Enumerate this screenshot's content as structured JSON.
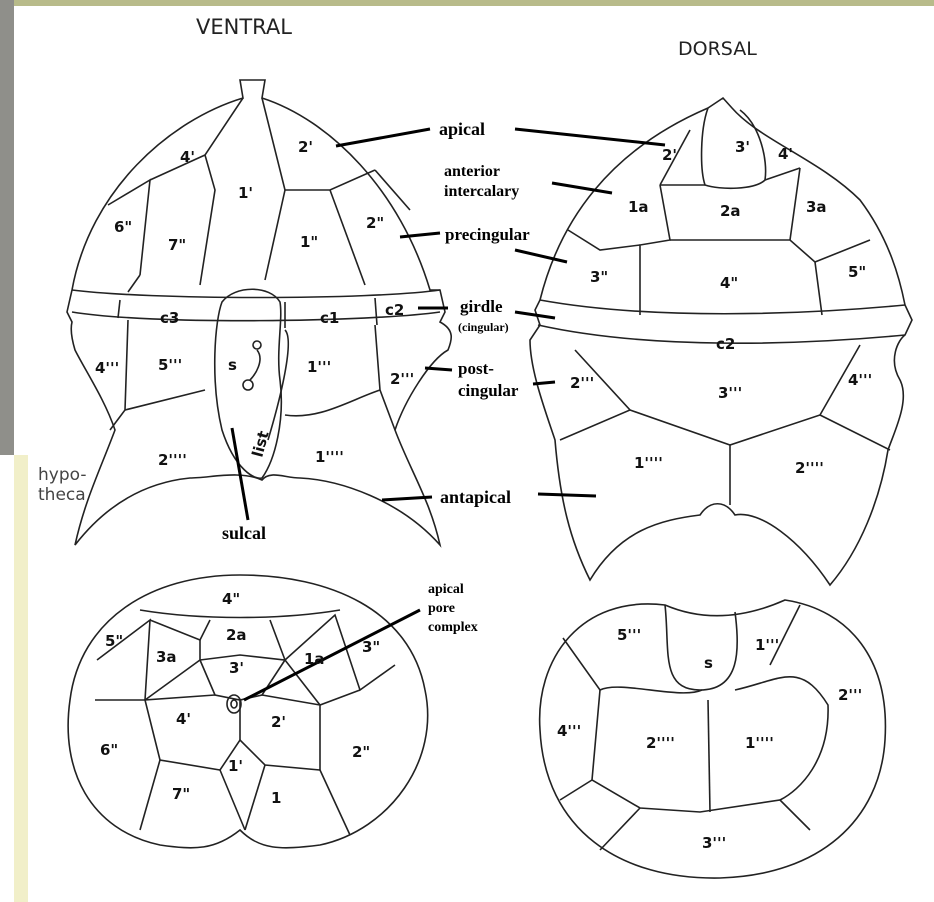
{
  "headings": {
    "ventral": "VENTRAL",
    "dorsal": "DORSAL",
    "hypotheca": "hypo-\ntheca"
  },
  "labels": {
    "apical": "apical",
    "anterior_intercalary": "anterior\nintercalary",
    "precingular": "precingular",
    "girdle": "girdle",
    "cingular": "(cingular)",
    "postcingular": "post-\ncingular",
    "antapical": "antapical",
    "sulcal": "sulcal",
    "apical_pore_complex": "apical\npore\ncomplex"
  },
  "plates": {
    "ventral": [
      "4'",
      "2'",
      "1'",
      "6\"",
      "7\"",
      "1\"",
      "2\"",
      "c3",
      "c1",
      "c2",
      "4'''",
      "5'''",
      "s",
      "1'''",
      "2'''",
      "list",
      "2''''",
      "1''''"
    ],
    "dorsal": [
      "3'",
      "2'",
      "4'",
      "1a",
      "2a",
      "3a",
      "3\"",
      "4\"",
      "5\"",
      "c2",
      "2'''",
      "3'''",
      "4'''",
      "1''''",
      "2''''"
    ],
    "apical_view": [
      "4\"",
      "5\"",
      "3a",
      "2a",
      "1a",
      "3\"",
      "3'",
      "4'",
      "2'",
      "6\"",
      "1'",
      "2\"",
      "7\"",
      "1"
    ],
    "antapical_view": [
      "5'''",
      "s",
      "1'''",
      "2'''",
      "4'''",
      "2''''",
      "1''''",
      "3'''"
    ]
  },
  "colors": {
    "line": "#222222",
    "top_bar": "#b8bb8a",
    "photo_left": "#9a9a94"
  }
}
